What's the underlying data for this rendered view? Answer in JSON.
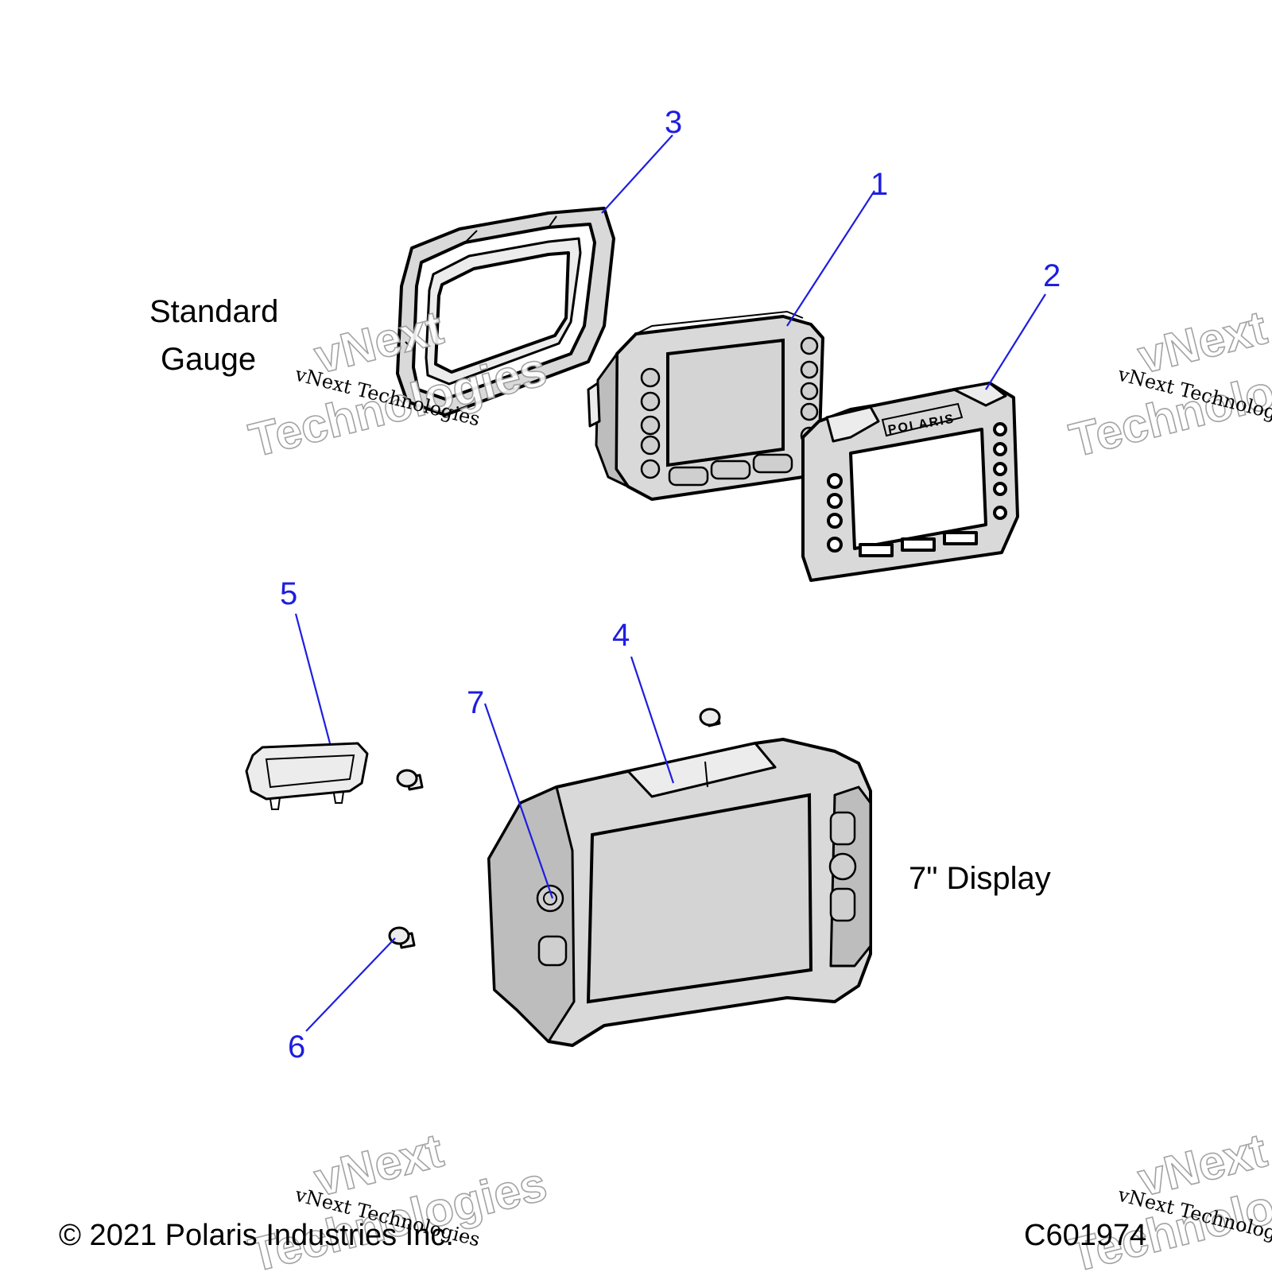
{
  "diagram": {
    "callouts": [
      {
        "id": "1",
        "text": "1"
      },
      {
        "id": "2",
        "text": "2"
      },
      {
        "id": "3",
        "text": "3"
      },
      {
        "id": "4",
        "text": "4"
      },
      {
        "id": "5",
        "text": "5"
      },
      {
        "id": "6",
        "text": "6"
      },
      {
        "id": "7",
        "text": "7"
      }
    ],
    "labels": {
      "standard_line1": "Standard",
      "standard_line2": "Gauge",
      "display_7in": "7\" Display"
    },
    "bezel_logo": "POLARIS",
    "footer": {
      "copyright": "© 2021 Polaris Industries Inc.",
      "drawing_code": "C601974"
    },
    "watermark": {
      "line1": "vNext",
      "line2": "Technologies",
      "small": "vNext Technologies"
    },
    "colors": {
      "callout": "#1e1ee0",
      "part_fill": "#d9d9d9",
      "outline": "#000000"
    }
  }
}
